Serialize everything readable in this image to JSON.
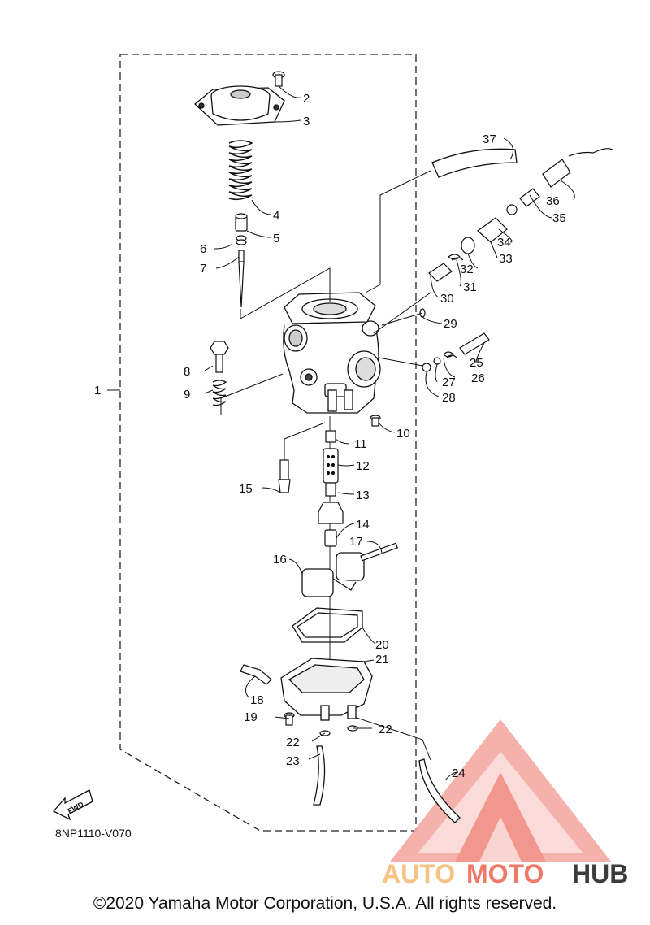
{
  "diagram": {
    "code": "8NP1110-V070",
    "fwd_label": "FWD",
    "callouts": [
      {
        "id": "1",
        "label": "1"
      },
      {
        "id": "2",
        "label": "2"
      },
      {
        "id": "3",
        "label": "3"
      },
      {
        "id": "4",
        "label": "4"
      },
      {
        "id": "5",
        "label": "5"
      },
      {
        "id": "6",
        "label": "6"
      },
      {
        "id": "7",
        "label": "7"
      },
      {
        "id": "8",
        "label": "8"
      },
      {
        "id": "9",
        "label": "9"
      },
      {
        "id": "10",
        "label": "10"
      },
      {
        "id": "11",
        "label": "11"
      },
      {
        "id": "12",
        "label": "12"
      },
      {
        "id": "13",
        "label": "13"
      },
      {
        "id": "14",
        "label": "14"
      },
      {
        "id": "15",
        "label": "15"
      },
      {
        "id": "16",
        "label": "16"
      },
      {
        "id": "17",
        "label": "17"
      },
      {
        "id": "18",
        "label": "18"
      },
      {
        "id": "19",
        "label": "19"
      },
      {
        "id": "20",
        "label": "20"
      },
      {
        "id": "21",
        "label": "21"
      },
      {
        "id": "22a",
        "label": "22"
      },
      {
        "id": "22b",
        "label": "22"
      },
      {
        "id": "23",
        "label": "23"
      },
      {
        "id": "24",
        "label": "24"
      },
      {
        "id": "25",
        "label": "25"
      },
      {
        "id": "26",
        "label": "26"
      },
      {
        "id": "27",
        "label": "27"
      },
      {
        "id": "28",
        "label": "28"
      },
      {
        "id": "29",
        "label": "29"
      },
      {
        "id": "30",
        "label": "30"
      },
      {
        "id": "31",
        "label": "31"
      },
      {
        "id": "32",
        "label": "32"
      },
      {
        "id": "33",
        "label": "33"
      },
      {
        "id": "34",
        "label": "34"
      },
      {
        "id": "35",
        "label": "35"
      },
      {
        "id": "36",
        "label": "36"
      },
      {
        "id": "37",
        "label": "37"
      }
    ]
  },
  "watermark": {
    "brand_part1": "AUTO",
    "brand_part2": "MOTO",
    "brand_part3": "HUB",
    "color_light": "#f6c384",
    "color_mid": "#f07a6a",
    "color_dark": "#3c3c3c"
  },
  "footer": {
    "copyright": "©2020 Yamaha Motor Corporation, U.S.A. All rights reserved."
  }
}
